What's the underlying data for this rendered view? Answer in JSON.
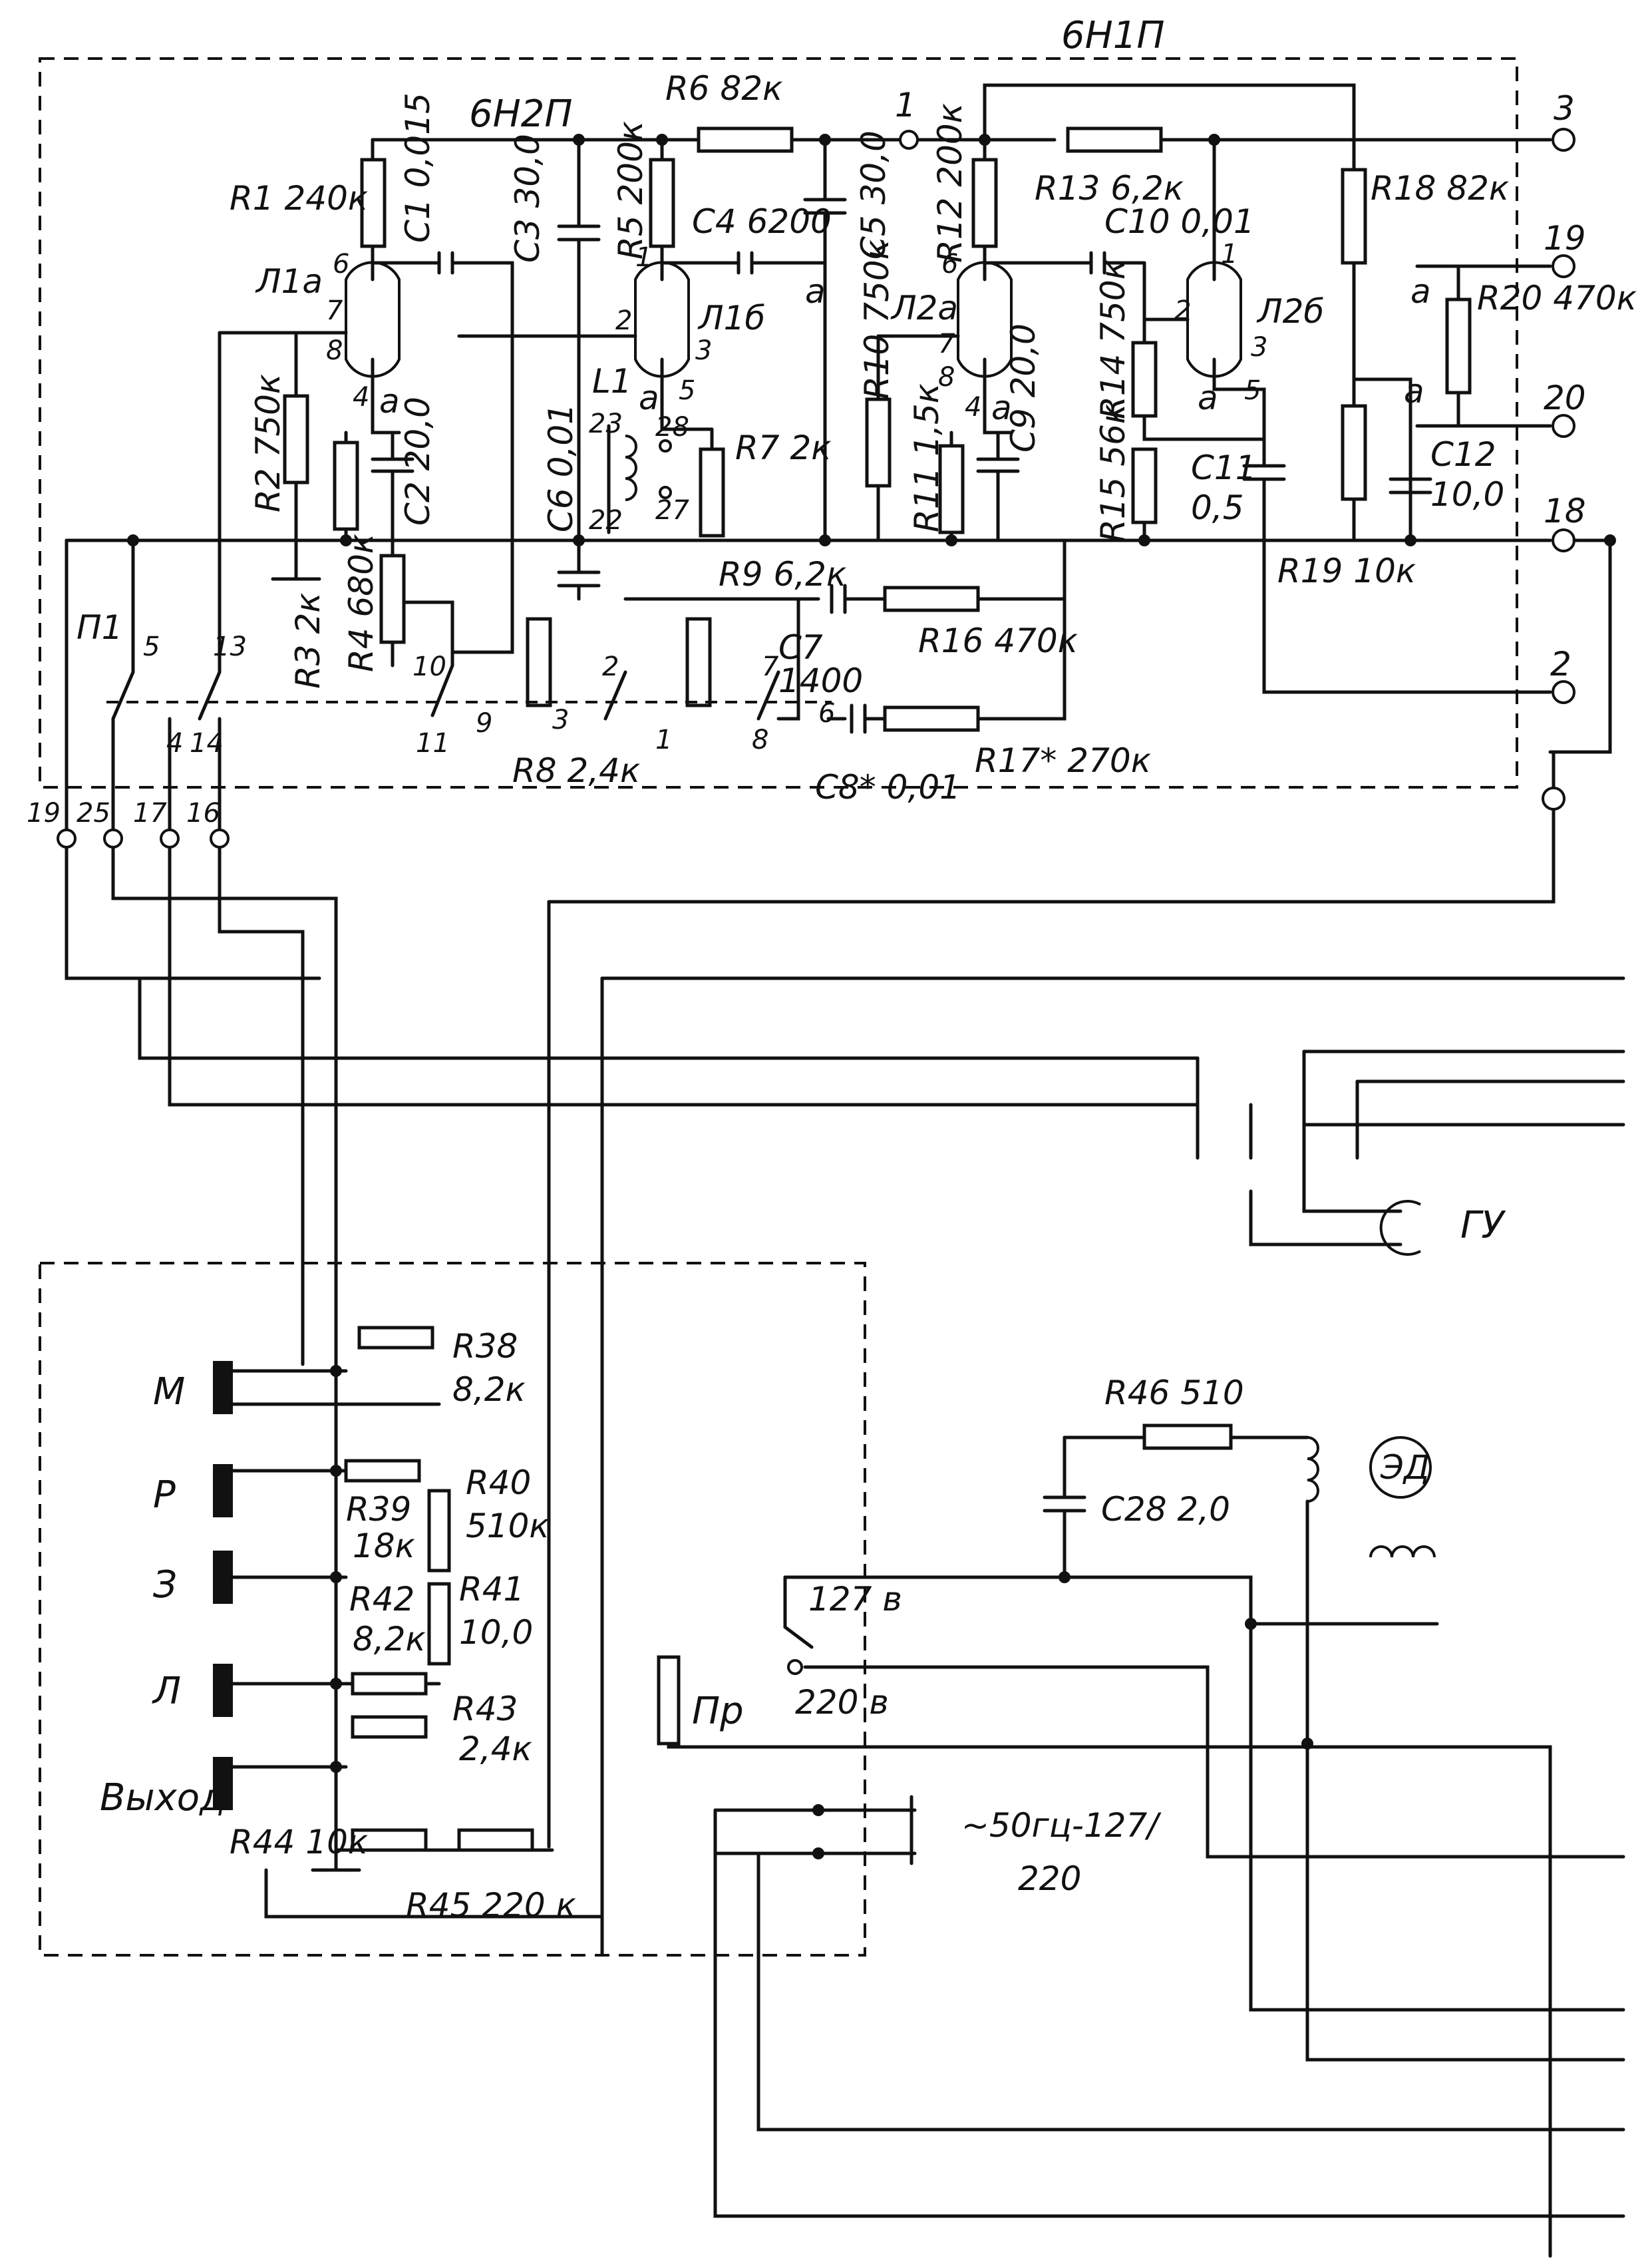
{
  "tubes": {
    "top_left": "6Н2П",
    "top_right": "6Н1П",
    "l1a": "Л1а",
    "l1b": "Л1б",
    "l2a": "Л2а",
    "l2b": "Л2б"
  },
  "resistors": {
    "r1": "R1 240к",
    "r2": "R2 750к",
    "r3": "R3 2к",
    "r4": "R4 680к",
    "r5": "R5 200к",
    "r6": "R6 82к",
    "r7": "R7 2к",
    "r8": "R8 2,4к",
    "r9": "R9 6,2к",
    "r10": "R10 750к",
    "r11": "R11 1,5к",
    "r12": "R12 200к",
    "r13": "R13 6,2к",
    "r14": "R14 750к",
    "r15": "R15 56к",
    "r16": "R16 470к",
    "r17": "R17* 270к",
    "r18": "R18 82к",
    "r19": "R19 10к",
    "r20": "R20 470к",
    "r38": "R38",
    "r38_val": "8,2к",
    "r39": "R39",
    "r39_val": "18к",
    "r40": "R40",
    "r40_val": "510к",
    "r41": "R41",
    "r41_val": "10,0",
    "r42": "R42",
    "r42_val": "8,2к",
    "r43": "R43",
    "r43_val": "2,4к",
    "r44": "R44 10к",
    "r45": "R45 220 к",
    "r46": "R46 510"
  },
  "capacitors": {
    "c1": "C1 0,015",
    "c2": "C2 20,0",
    "c3": "C3 30,0",
    "c4": "C4 6200",
    "c5": "C5 30,0",
    "c6": "C6 0,01",
    "c7": "C7",
    "c7_val": "1400",
    "c8": "C8* 0,01",
    "c9": "C9 20,0",
    "c10": "C10 0,01",
    "c11": "C11",
    "c11_val": "0,5",
    "c12": "C12",
    "c12_val": "10,0",
    "c28": "C28 2,0"
  },
  "misc_labels": {
    "l1": "L1",
    "p1": "П1",
    "gu": "ГУ",
    "ed": "ЭД",
    "pr": "Пр",
    "v127": "127 в",
    "v220": "220 в",
    "mains_1": "~50гц-127/",
    "mains_2": "220",
    "a": "а"
  },
  "jacks": [
    "М",
    "Р",
    "З",
    "Л",
    "Выход"
  ],
  "terminals": {
    "t1": "1",
    "t2": "2",
    "t3": "3",
    "t18": "18",
    "t19": "19",
    "t20": "20"
  },
  "pins": {
    "p6a": "6",
    "p7a": "7",
    "p8a": "8",
    "p4a": "4",
    "p1b": "1",
    "p2b": "2",
    "p3b": "3",
    "p5b": "5",
    "p6c": "6",
    "p7c": "7",
    "p8c": "8",
    "p4c": "4",
    "p1d": "1",
    "p2d": "2",
    "p3d": "3",
    "p5d": "5",
    "t23": "23",
    "t28": "28",
    "t22": "22",
    "t27": "27"
  },
  "switch_contacts": {
    "s5": "5",
    "s13": "13",
    "s4": "4",
    "s14": "14",
    "s10": "10",
    "s11": "11",
    "s9": "9",
    "s2": "2",
    "s3": "3",
    "s1": "1",
    "s7": "7",
    "s8": "8",
    "s6": "6"
  },
  "connector_pins": [
    "19",
    "25",
    "17",
    "16"
  ]
}
